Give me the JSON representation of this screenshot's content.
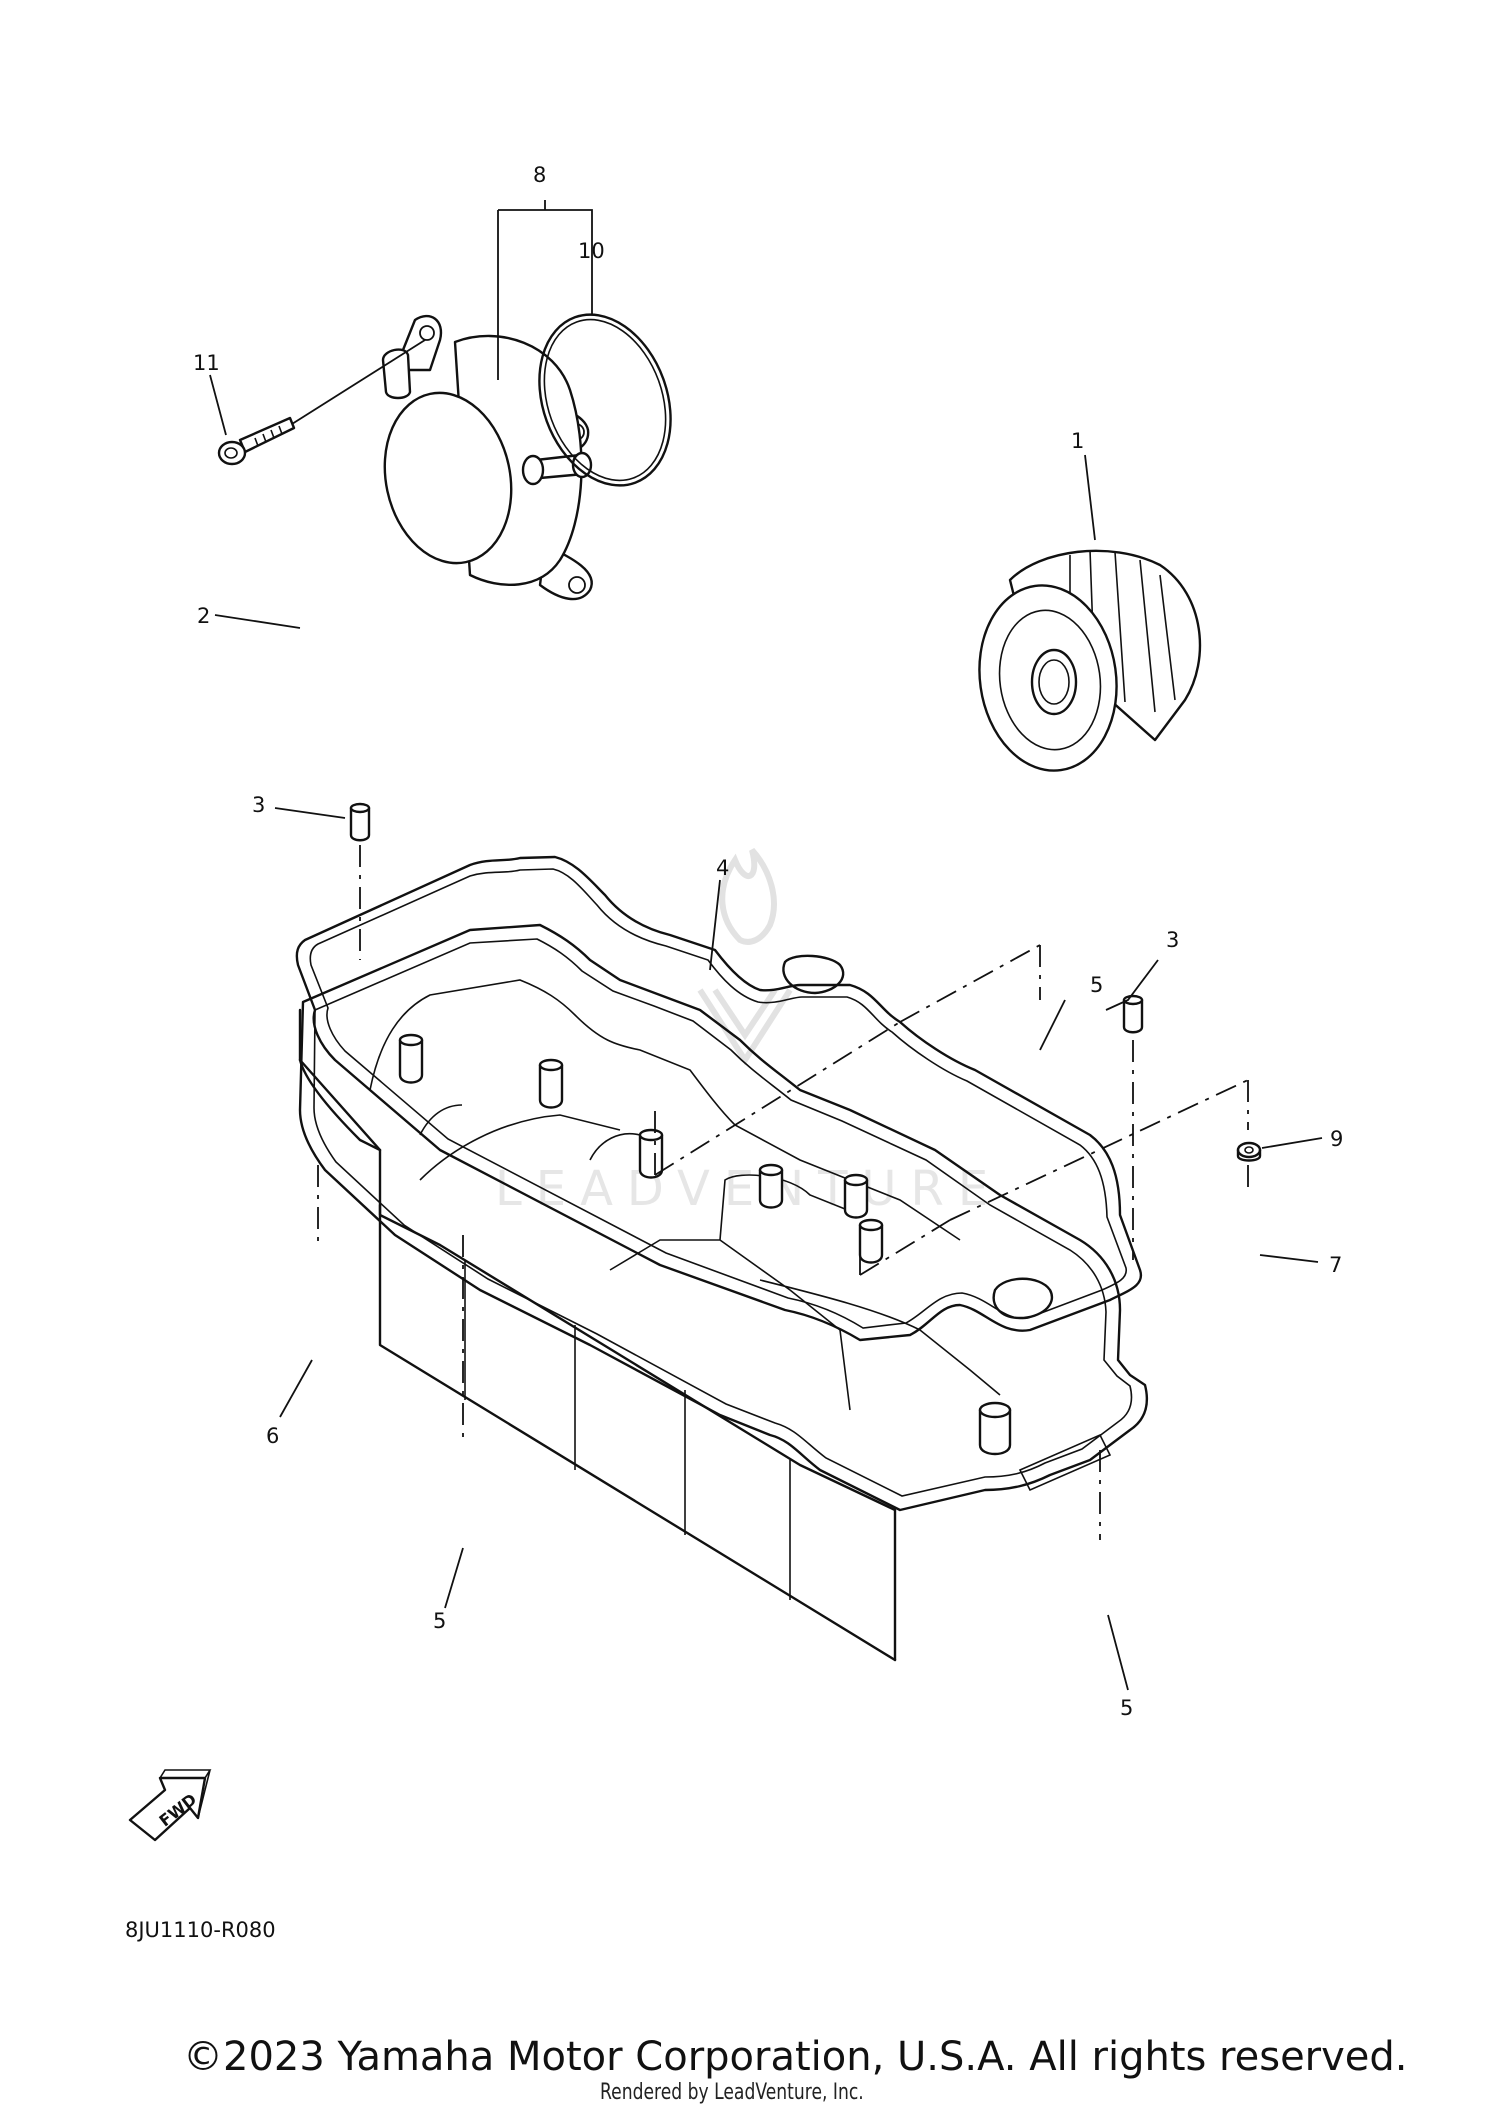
{
  "callouts": [
    {
      "id": "1",
      "text": "1"
    },
    {
      "id": "2",
      "text": "2"
    },
    {
      "id": "3a",
      "text": "3"
    },
    {
      "id": "3b",
      "text": "3"
    },
    {
      "id": "4",
      "text": "4"
    },
    {
      "id": "5a",
      "text": "5"
    },
    {
      "id": "5b",
      "text": "5"
    },
    {
      "id": "5c",
      "text": "5"
    },
    {
      "id": "6",
      "text": "6"
    },
    {
      "id": "7",
      "text": "7"
    },
    {
      "id": "8",
      "text": "8"
    },
    {
      "id": "9",
      "text": "9"
    },
    {
      "id": "10",
      "text": "10"
    },
    {
      "id": "11",
      "text": "11"
    }
  ],
  "fwd_label": "FWD",
  "diagram_code": "8JU1110-R080",
  "watermark": "LEADVENTURE",
  "copyright": "©2023 Yamaha Motor Corporation, U.S.A. All rights reserved.",
  "rendered_by": "Rendered by LeadVenture, Inc."
}
